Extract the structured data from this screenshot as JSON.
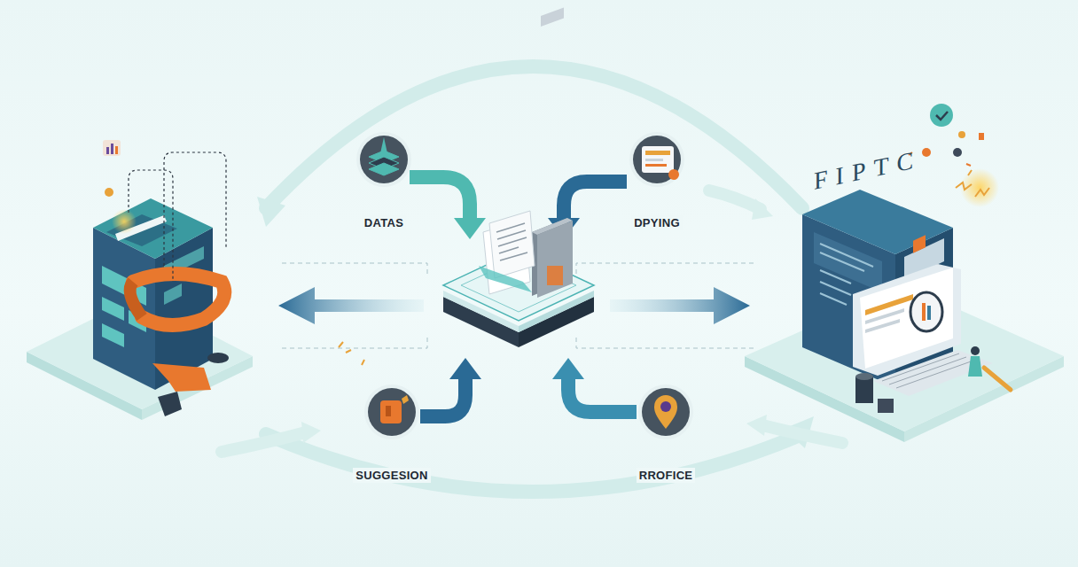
{
  "diagram": {
    "nodes": [
      {
        "text": [
          "DATAS"
        ]
      },
      {
        "text": [
          "DPYING"
        ]
      },
      {
        "text": [
          "SUGGESION"
        ]
      },
      {
        "text": [
          "RROFICE"
        ]
      }
    ],
    "labels": [
      "FIPTC"
    ]
  }
}
